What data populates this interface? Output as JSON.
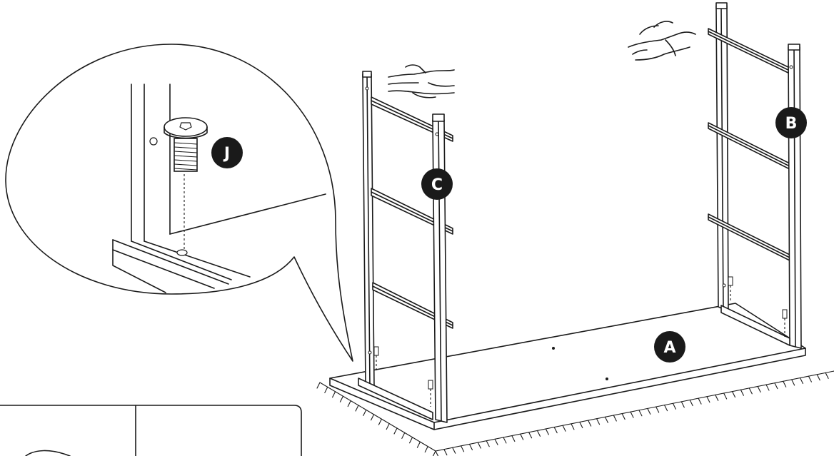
{
  "labels": {
    "a": "A",
    "b": "B",
    "c": "C",
    "j": "J"
  },
  "colors": {
    "line": "#1a1a1a",
    "label_fill": "#1a1a1a",
    "label_text": "#ffffff",
    "background": "#ffffff"
  },
  "icons": [
    "hand-pointing-icon",
    "hand-pointing-icon",
    "screw-icon"
  ]
}
